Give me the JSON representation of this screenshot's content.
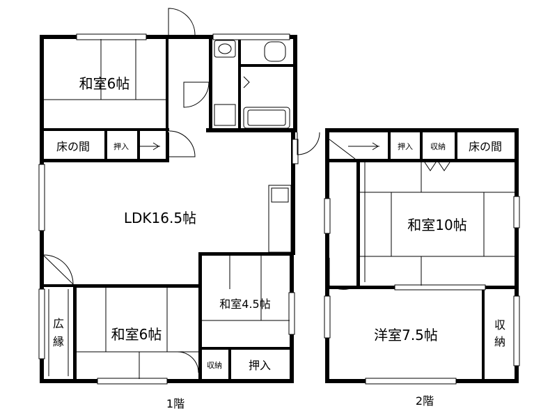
{
  "floors": [
    {
      "label": "1階",
      "rooms": [
        {
          "name": "和室6帖"
        },
        {
          "name": "床の間"
        },
        {
          "name": "押入"
        },
        {
          "name": "LDK16.5帖"
        },
        {
          "name": "和室4.5帖"
        },
        {
          "name": "広"
        },
        {
          "name": "縁"
        },
        {
          "name": "和室6帖"
        },
        {
          "name": "収納"
        },
        {
          "name": "押入"
        }
      ]
    },
    {
      "label": "2階",
      "rooms": [
        {
          "name": "押入"
        },
        {
          "name": "収納"
        },
        {
          "name": "床の間"
        },
        {
          "name": "和室10帖"
        },
        {
          "name": "洋室7.5帖"
        },
        {
          "name": "収"
        },
        {
          "name": "納"
        }
      ]
    }
  ]
}
